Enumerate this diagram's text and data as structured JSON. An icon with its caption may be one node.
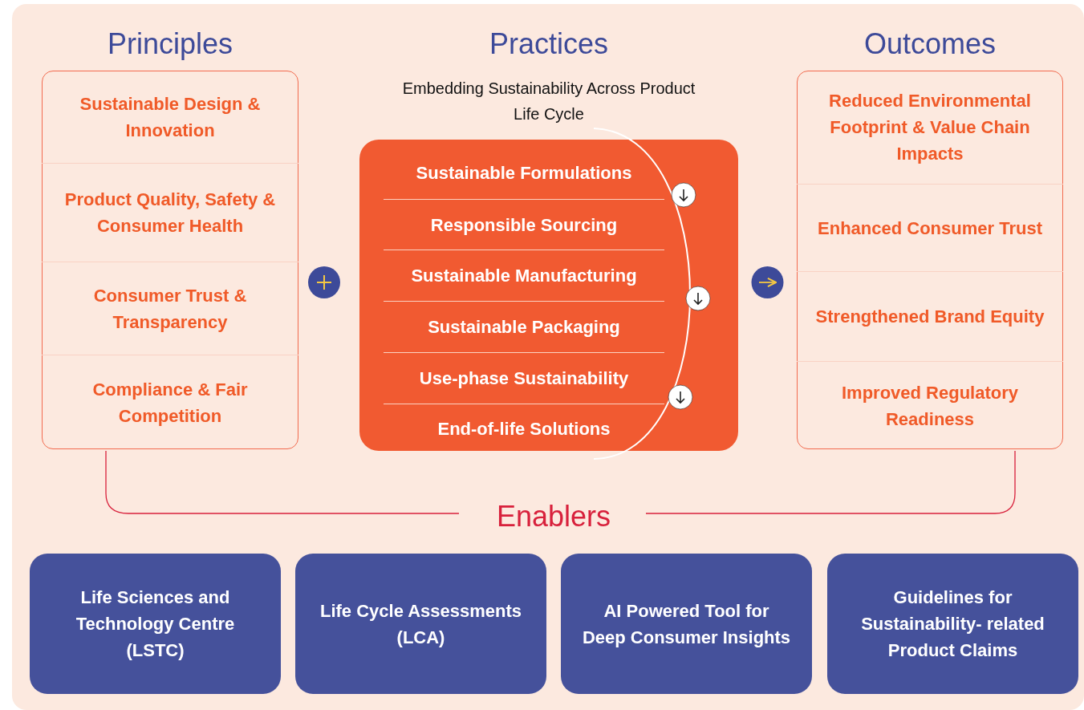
{
  "diagram": {
    "nodes": [
      {
        "text": [
          "Principles"
        ]
      },
      {
        "text": [
          "Sustainable Design & Innovation"
        ],
        "in": 0
      },
      {
        "text": [
          "Product Quality, Safety & Consumer Health"
        ],
        "in": 0
      },
      {
        "text": [
          "Consumer Trust & Transparency"
        ],
        "in": 0
      },
      {
        "text": [
          "Compliance & Fair Competition"
        ],
        "in": 0
      },
      {
        "text": [
          "Practices",
          "Embedding Sustainability Across Product Life Cycle"
        ]
      },
      {
        "text": [
          "Sustainable Formulations"
        ],
        "in": 5
      },
      {
        "text": [
          "Responsible Sourcing"
        ],
        "in": 5
      },
      {
        "text": [
          "Sustainable Manufacturing"
        ],
        "in": 5
      },
      {
        "text": [
          "Sustainable Packaging"
        ],
        "in": 5
      },
      {
        "text": [
          "Use-phase Sustainability"
        ],
        "in": 5
      },
      {
        "text": [
          "End-of-life Solutions"
        ],
        "in": 5
      },
      {
        "text": [
          "Outcomes"
        ]
      },
      {
        "text": [
          "Reduced Environmental Footprint & Value Chain Impacts"
        ],
        "in": 12
      },
      {
        "text": [
          "Enhanced Consumer Trust"
        ],
        "in": 12
      },
      {
        "text": [
          "Strengthened Brand Equity"
        ],
        "in": 12
      },
      {
        "text": [
          "Improved Regulatory Readiness"
        ],
        "in": 12
      },
      {
        "text": [
          "Life Sciences and Technology Centre (LSTC)"
        ]
      },
      {
        "text": [
          "Life Cycle Assessments (LCA)"
        ]
      },
      {
        "text": [
          "AI Powered Tool for Deep Consumer Insights"
        ]
      },
      {
        "text": [
          "Guidelines for Sustainability- related Product Claims"
        ]
      }
    ],
    "edges": [
      {
        "from": 5,
        "to": 12,
        "arrow": "to"
      }
    ],
    "labels": [
      "Enablers"
    ]
  }
}
